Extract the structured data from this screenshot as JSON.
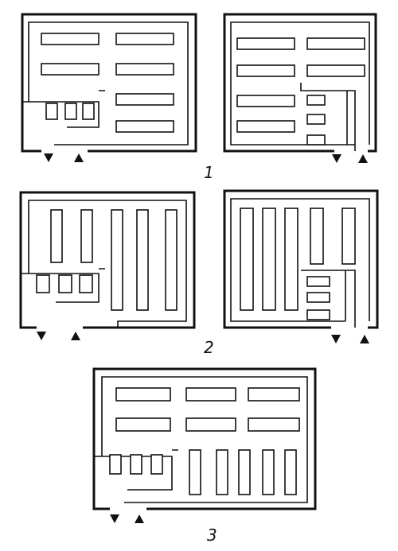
{
  "figure_labels": [
    "1",
    "2",
    "3"
  ]
}
